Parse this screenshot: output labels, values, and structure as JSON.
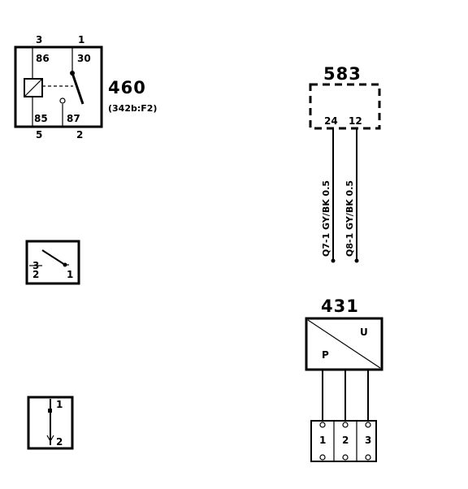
{
  "relay": {
    "id": "460",
    "ref": "(342b:F2)",
    "pin_top_left": "3",
    "pin_top_right": "1",
    "pin_bottom_left": "5",
    "pin_bottom_right": "2",
    "term_86": "86",
    "term_30": "30",
    "term_85": "85",
    "term_87": "87"
  },
  "switch_a": {
    "pin_left": "3",
    "pin_left_lower": "2",
    "pin_right": "1"
  },
  "switch_b": {
    "pin_top": "1",
    "pin_bottom": "2"
  },
  "module": {
    "id": "583",
    "pin_a": "24",
    "pin_b": "12",
    "wire_a": "Q7-1  GY/BK 0.5",
    "wire_b": "Q8-1  GY/BK 0.5"
  },
  "sensor": {
    "id": "431",
    "label_p": "P",
    "label_u": "U",
    "pins": [
      "1",
      "2",
      "3"
    ]
  }
}
